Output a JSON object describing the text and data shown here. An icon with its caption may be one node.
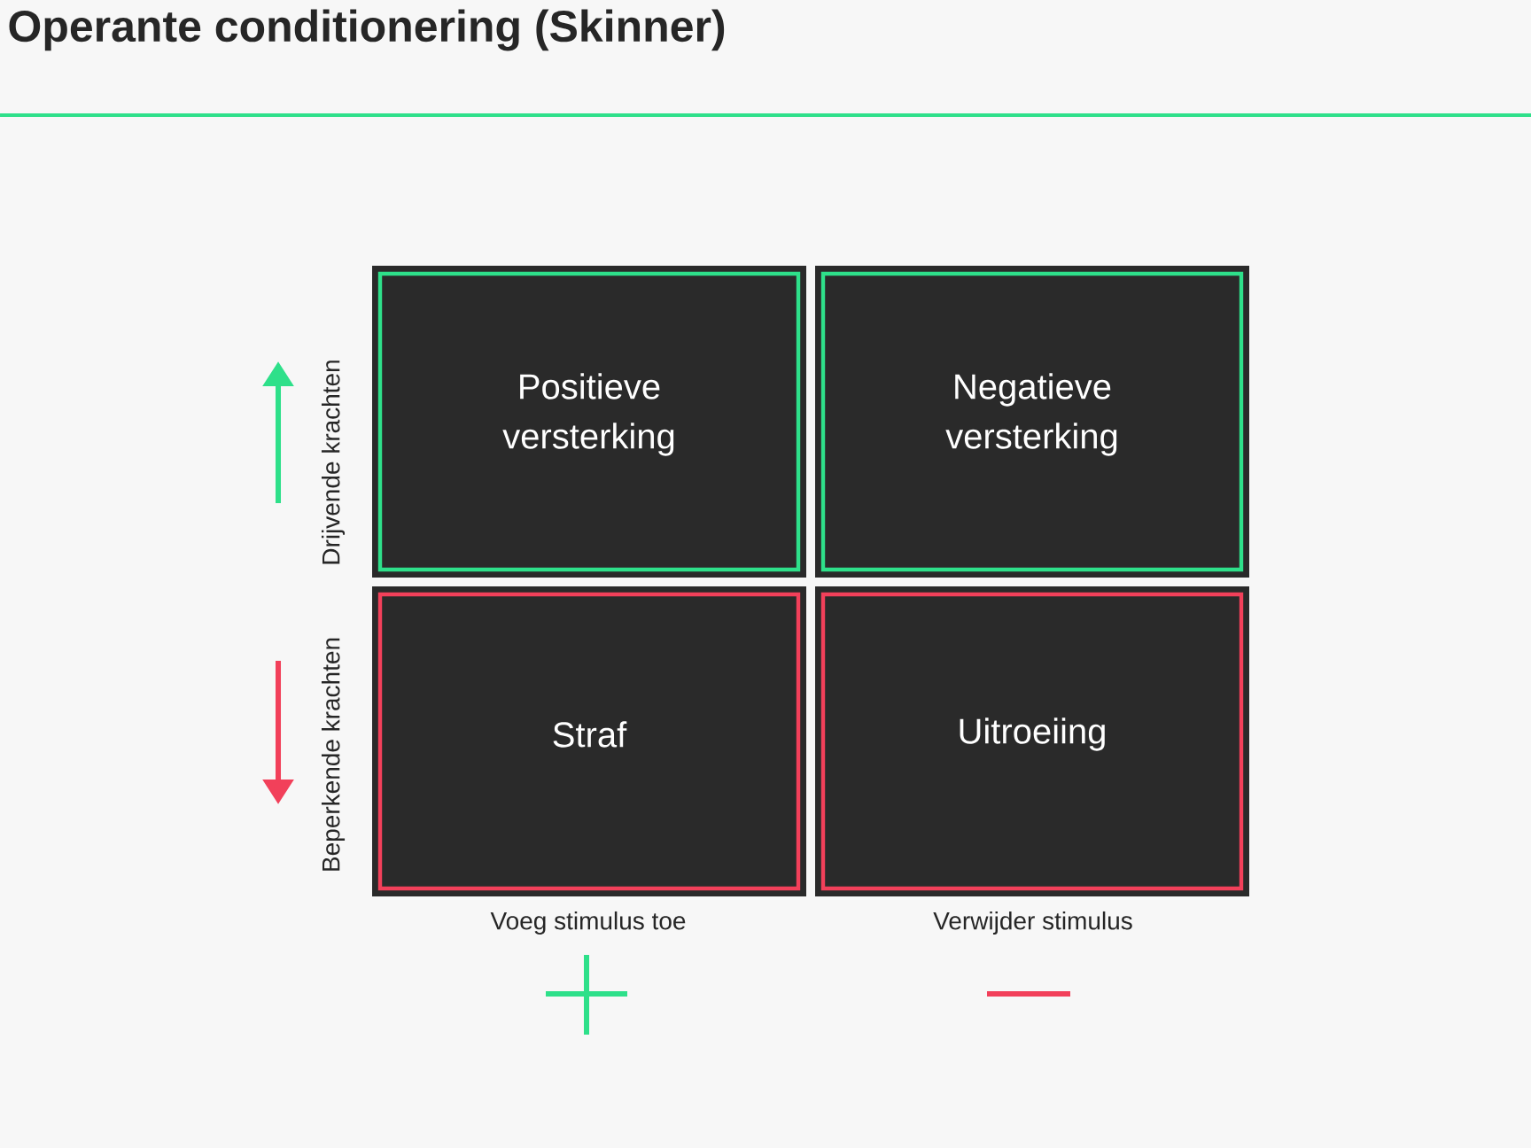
{
  "diagram": {
    "title": "Operante conditionering (Skinner)",
    "nodes": [
      {
        "text": [
          "Positieve versterking"
        ]
      },
      {
        "text": [
          "Negatieve versterking"
        ]
      },
      {
        "text": [
          "Straf"
        ]
      },
      {
        "text": [
          "Uitroeiing"
        ]
      }
    ],
    "labels": [
      "Drijvende krachten",
      "Beperkende krachten",
      "Voeg stimulus toe",
      "Verwijder stimulus"
    ]
  }
}
